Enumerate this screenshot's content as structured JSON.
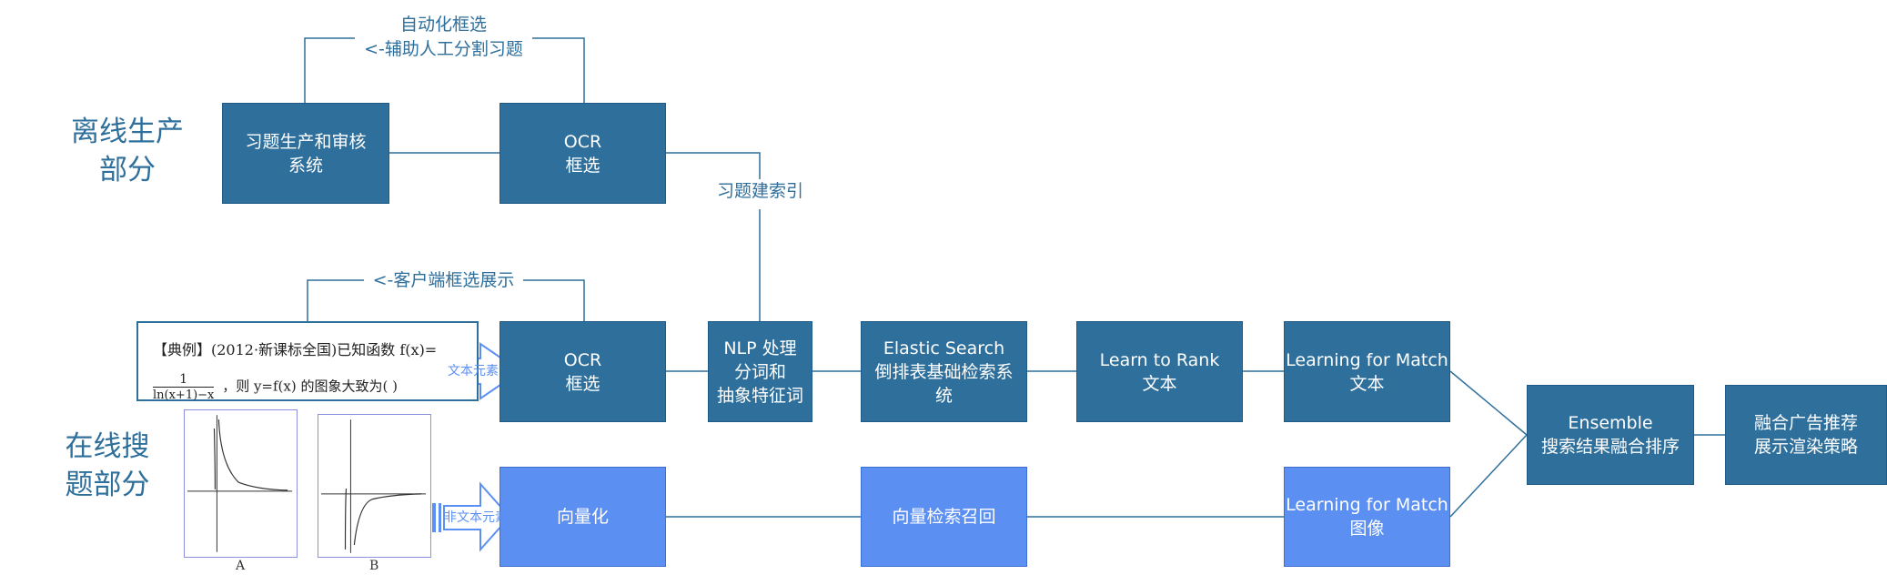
{
  "sections": {
    "offline_title": "离线生产\n部分",
    "online_title": "在线搜\n题部分"
  },
  "labels": {
    "auto_select": "自动化框选",
    "assist_split": "<-辅助人工分割习题",
    "index": "习题建索引",
    "client_show": "<-客户端框选展示"
  },
  "nodes": {
    "exercise_system": "习题生产和审核\n系统",
    "ocr_offline": "OCR\n框选",
    "ocr_online": "OCR\n框选",
    "nlp": "NLP 处理\n分词和\n抽象特征词",
    "elastic": "Elastic Search\n倒排表基础检索系\n统",
    "ltr": "Learn to Rank\n文本",
    "lfm_text": "Learning for Match\n文本",
    "vectorize": "向量化",
    "vector_recall": "向量检索召回",
    "lfm_image": "Learning for Match\n图像",
    "ensemble": "Ensemble\n搜索结果融合排序",
    "ads": "融合广告推荐\n展示渲染策略"
  },
  "example": {
    "line1": "【典例】(2012·新课标全国)已知函数 f(x)=",
    "frac_num": "1",
    "frac_den": "ln(x+1)−x",
    "line2_rest": "，则 y=f(x) 的图象大致为(  )",
    "text_arrow": "文本元素",
    "nontext_arrow": "非文本元素",
    "graph_a_caption": "A",
    "graph_b_caption": "B"
  },
  "colors": {
    "dark_box": "#2e6f9b",
    "light_box": "#5b8ff2",
    "line": "#2e6f9b"
  }
}
